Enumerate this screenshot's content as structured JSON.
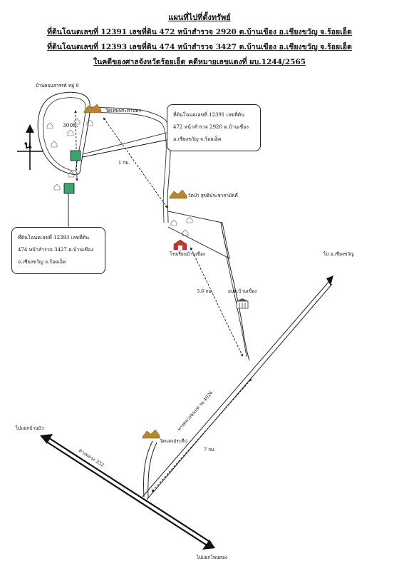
{
  "titles": {
    "main": "แผนที่ไปที่ตั้งทรัพย์",
    "line1": "ที่ดินโฉนดเลขที่ 12391 เลขที่ดิน 472  หน้าสำรวจ 2920  ต.บ้านเขือง  อ.เชียงขวัญ จ.ร้อยเอ็ด",
    "line2": "ที่ดินโฉนดเลขที่ 12393 เลขที่ดิน 474  หน้าสำรวจ 3427  ต.บ้านเขือง  อ.เชียงขวัญ จ.ร้อยเอ็ด",
    "line3": "ในคดีของศาลจังหวัดร้อยเอ็ด   คดีหมายเลขแดงที่  ผบ.1244/2565"
  },
  "labels": {
    "village": "บ้านดอนสวรรค์ หมู่ 8",
    "wat_thep": "วัดเทพประทานพร",
    "distance_300": "300ม.",
    "north": "น",
    "distance_1km": "1 กม.",
    "wat_pa": "วัดป่า สุขธิประชาสามัคคี",
    "school": "โรงเรียนบ้านเขือง",
    "distance_36km": "3.6 กม.",
    "obt": "อบต.บ้านเขือง",
    "to_chiang_khwan": "ไป อ.เชียงขวัญ",
    "road_4026": "ทางหลวงชนบท รอ.4026",
    "wat_saeng": "วัดแสงประทีป",
    "distance_7km": "7 กม.",
    "to_ban_kua": "ไปแยกบ้านบัว",
    "road_232": "ทางหลวง 232",
    "to_phon_thong": "ไปแยกโพนทอง"
  },
  "callout1": {
    "line1": "ที่ดินโฉนดเลขที่ 12391 เลขที่ดิน",
    "line2": "472 หน้าสำรวจ 2920 ต.บ้านเขือง",
    "line3": "อ.เชียงขวัญ  จ.ร้อยเอ็ด"
  },
  "callout2": {
    "line1": "ที่ดินโฉนดเลขที่ 12393 เลขที่ดิน",
    "line2": "474 หน้าสำรวจ 3427 ต.บ้านเขือง",
    "line3": "อ.เชียงขวัญ  จ.ร้อยเอ็ด"
  },
  "colors": {
    "parcel": "#3aa66a",
    "temple": "#b8862b",
    "school": "#c0392b"
  }
}
